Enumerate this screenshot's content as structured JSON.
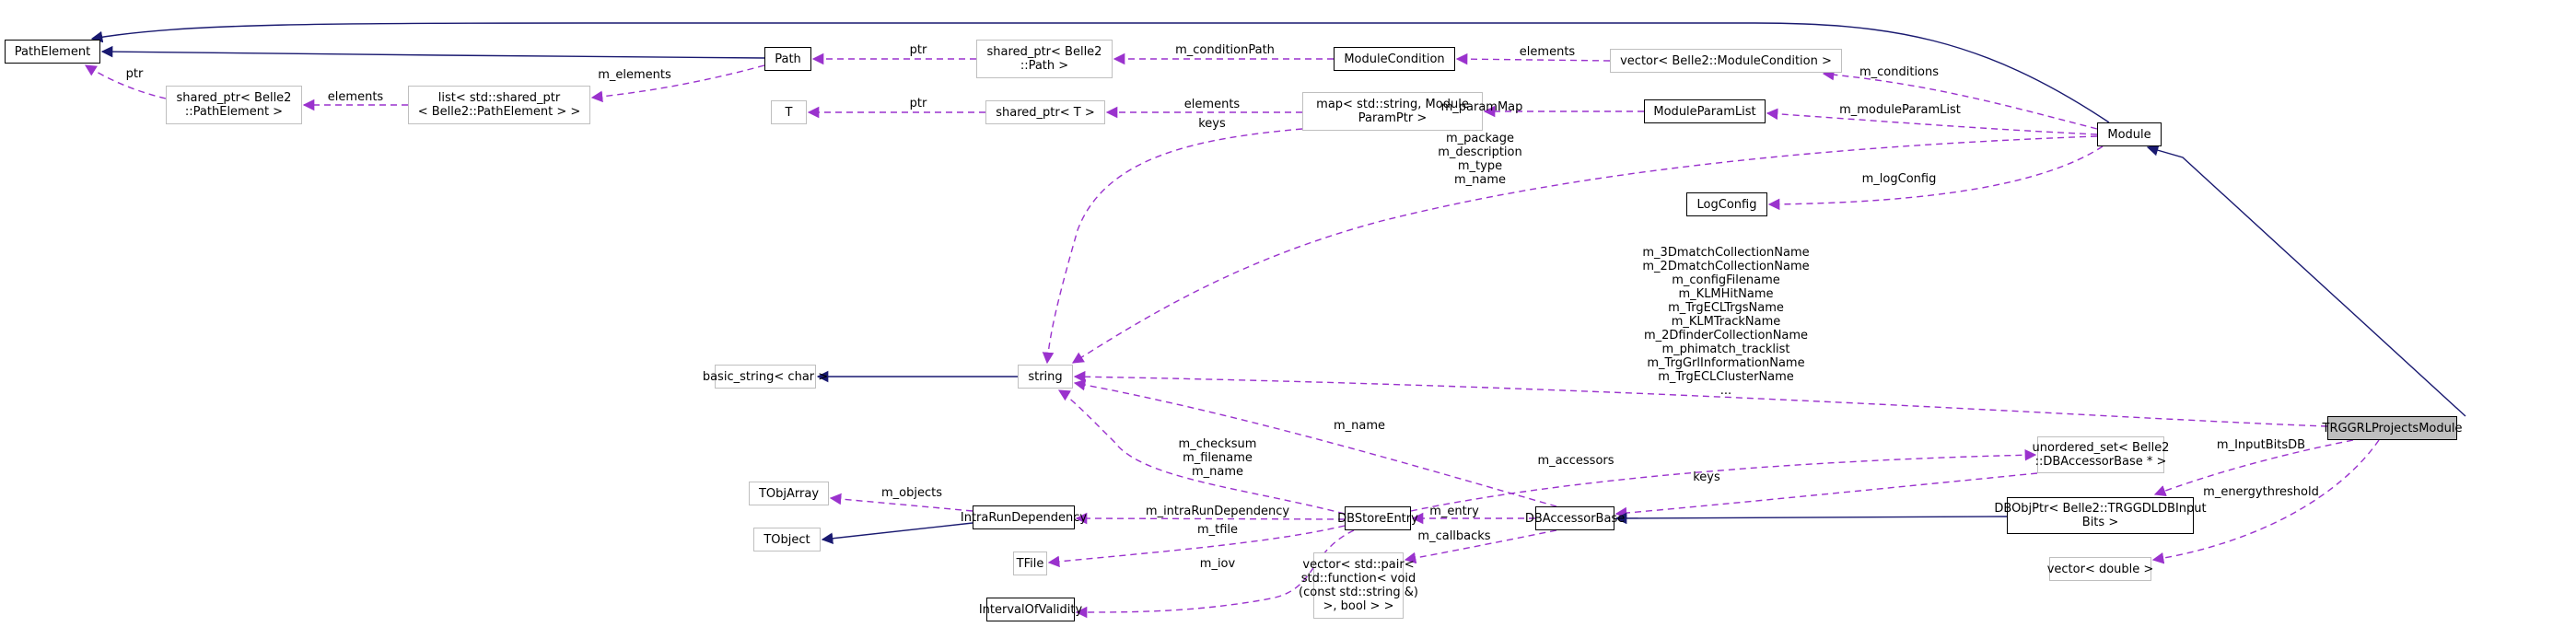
{
  "diagram": {
    "title": "TRGGRLProjectsModule collaboration graph",
    "colors": {
      "inheritance": "#191970",
      "usage": "#9a32cd",
      "focus_fill": "#bfbfbf",
      "documented_border": "#000000",
      "external_border": "#bfbfbf"
    },
    "nodes": {
      "PathElement": "PathElement",
      "sp_PathElement": "shared_ptr< Belle2\n::PathElement >",
      "list_sp": "list< std::shared_ptr\n< Belle2::PathElement > >",
      "Path": "Path",
      "sp_Path": "shared_ptr< Belle2\n::Path >",
      "ModuleCondition": "ModuleCondition",
      "vec_ModuleCondition": "vector< Belle2::ModuleCondition >",
      "T": "T",
      "sp_T": "shared_ptr< T >",
      "map_param": "map< std::string, Module\nParamPtr >",
      "ModuleParamList": "ModuleParamList",
      "Module": "Module",
      "LogConfig": "LogConfig",
      "basic_string": "basic_string< char >",
      "string": "string",
      "TObjArray": "TObjArray",
      "TObject": "TObject",
      "IntraRunDependency": "IntraRunDependency",
      "TFile": "TFile",
      "IntervalOfValidity": "IntervalOfValidity",
      "DBStoreEntry": "DBStoreEntry",
      "vec_callbacks": "vector< std::pair<\nstd::function< void\n(const std::string &)\n>, bool > >",
      "DBAccessorBase": "DBAccessorBase",
      "unordered_set": "unordered_set< Belle2\n::DBAccessorBase * >",
      "DBObjPtr": "DBObjPtr< Belle2::TRGGDLDBInput\nBits >",
      "vec_double": "vector< double >",
      "TRGGRLProjectsModule": "TRGGRLProjectsModule"
    },
    "edge_labels": {
      "ptr_pe": "ptr",
      "elements_pe": "elements",
      "m_elements": "m_elements",
      "ptr_path": "ptr",
      "m_conditionPath": "m_conditionPath",
      "elements_mc": "elements",
      "m_conditions": "m_conditions",
      "ptr_t": "ptr",
      "elements_t": "elements",
      "keys_map": "keys",
      "m_paramMap": "m_paramMap",
      "m_moduleParamList": "m_moduleParamList",
      "module_strings": "m_package\nm_description\nm_type\nm_name",
      "m_logConfig": "m_logConfig",
      "trggrl_strings": "m_3DmatchCollectionName\nm_2DmatchCollectionName\nm_configFilename\nm_KLMHitName\nm_TrgECLTrgsName\nm_KLMTrackName\nm_2DfinderCollectionName\nm_phimatch_tracklist\nm_TrgGrlInformationName\nm_TrgECLClusterName\n...",
      "dbstore_strings": "m_checksum\nm_filename\nm_name",
      "m_name_acc": "m_name",
      "m_accessors": "m_accessors",
      "keys_set": "keys",
      "m_objects": "m_objects",
      "m_intraRunDependency": "m_intraRunDependency",
      "m_tfile": "m_tfile",
      "m_iov": "m_iov",
      "m_entry": "m_entry",
      "m_callbacks": "m_callbacks",
      "m_InputBitsDB": "m_InputBitsDB",
      "m_energythreshold": "m_energythreshold"
    }
  }
}
